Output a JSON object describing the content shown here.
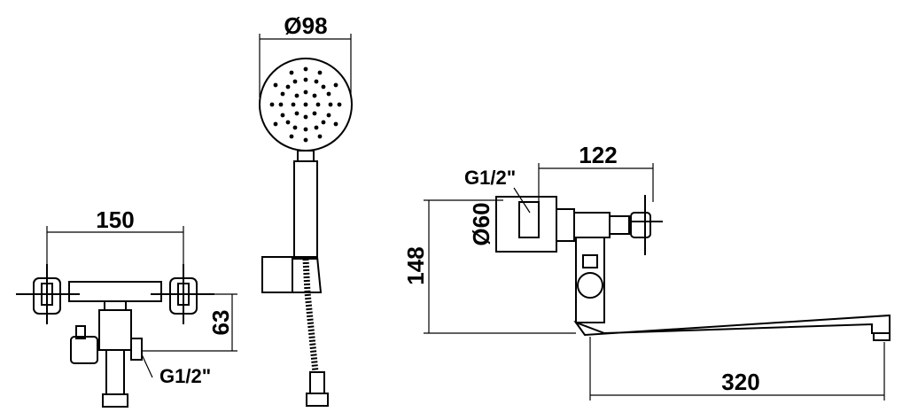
{
  "dimensions": {
    "handle_spacing": "150",
    "mixer_depth": "63",
    "mixer_inlet_thread": "G1/2\"",
    "shower_head_diameter": "Ø98",
    "spout_height": "148",
    "spout_reach": "320",
    "side_handle_offset": "122",
    "side_thread": "G1/2\"",
    "flange_diameter": "Ø60"
  },
  "colors": {
    "line": "#000000",
    "background": "#ffffff"
  }
}
